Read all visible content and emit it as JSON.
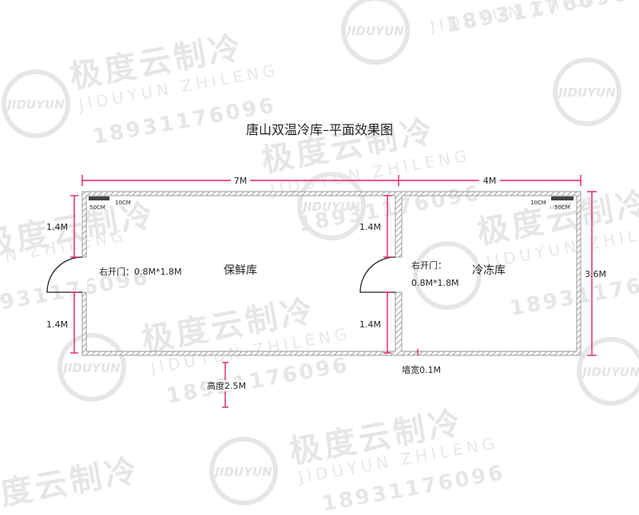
{
  "title": "唐山双温冷库–平面效果图",
  "watermark": {
    "brand_cn": "极度云制冷",
    "brand_en": "JIDUYUN ZHILENG",
    "phone": "18931176096",
    "logo_text": "JIDUYUN"
  },
  "dimensions": {
    "width_left": "7M",
    "width_right": "4M",
    "height_total": "3.6M",
    "left_upper": "1.4M",
    "left_lower": "1.4M",
    "mid_upper": "1.4M",
    "mid_lower": "1.4M",
    "wall_thickness": "墙宽0.1M",
    "room_height": "高度2.5M"
  },
  "rooms": {
    "fresh": {
      "name": "保鲜库",
      "door_label": "右开门：0.8M*1.8M"
    },
    "freezer": {
      "name": "冷冻库",
      "door_label_line1": "右开门：",
      "door_label_line2": "0.8M*1.8M"
    }
  },
  "vents": {
    "left_size1": "50CM",
    "left_size2": "10CM",
    "right_size1": "10CM",
    "right_size2": "50CM"
  },
  "colors": {
    "dimension": "#e0245e",
    "wall_hatch": "#888888",
    "wall_edge": "#9a9a9a"
  }
}
